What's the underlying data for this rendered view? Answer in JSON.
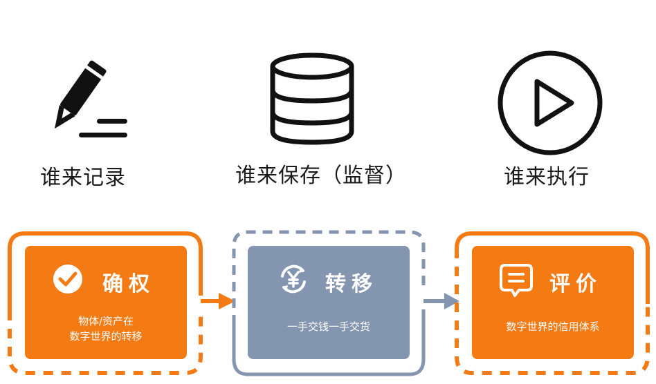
{
  "top": {
    "items": [
      {
        "label": "谁来记录",
        "icon": "pencil-icon"
      },
      {
        "label": "谁来保存（监督）",
        "icon": "database-icon"
      },
      {
        "label": "谁来执行",
        "icon": "play-icon"
      }
    ]
  },
  "flow": {
    "cards": [
      {
        "title": "确权",
        "desc_lines": [
          "物体/资产在",
          "数字世界的转移"
        ],
        "icon": "check-circle-icon",
        "color": "#f47a14"
      },
      {
        "title": "转移",
        "desc_lines": [
          "一手交钱一手交货"
        ],
        "icon": "yuan-exchange-icon",
        "color": "#8495b0"
      },
      {
        "title": "评价",
        "desc_lines": [
          "数字世界的信用体系"
        ],
        "icon": "comment-icon",
        "color": "#f47a14"
      }
    ]
  },
  "colors": {
    "orange": "#f47a14",
    "slate": "#8495b0",
    "text": "#1a1a1a"
  }
}
